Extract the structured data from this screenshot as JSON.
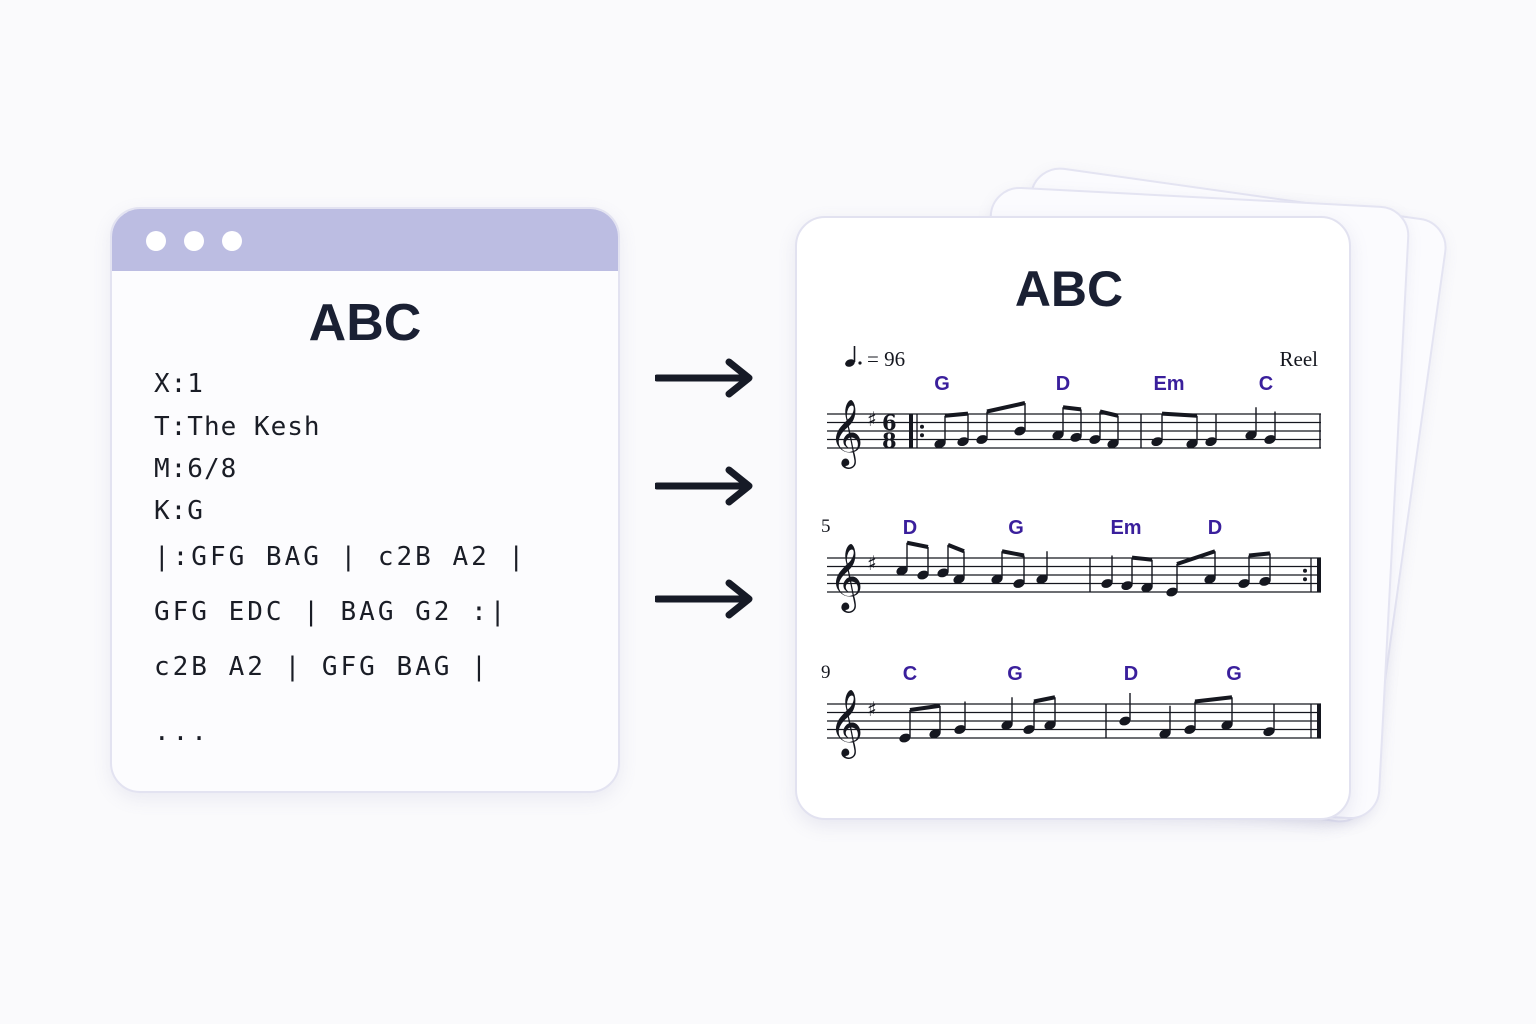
{
  "editor": {
    "title": "ABC",
    "lines": [
      "X:1",
      "T:The Kesh",
      "M:6/8",
      "K:G",
      "|:GFG BAG | c2B A2 |",
      "GFG EDC | BAG G2 :|",
      "c2B A2 | GFG BAG |",
      "..."
    ]
  },
  "colors": {
    "titlebar": "#bcbde2",
    "chord": "#3a1f9c",
    "ink": "#15171f",
    "arrow": "#161a26"
  },
  "sheet": {
    "title": "ABC",
    "tempo_value": "= 96",
    "style": "Reel",
    "time_signature_top": "6",
    "time_signature_bottom": "8",
    "systems": [
      {
        "number": "",
        "chords": [
          "G",
          "D",
          "Em",
          "C"
        ]
      },
      {
        "number": "5",
        "chords": [
          "D",
          "G",
          "Em",
          "D"
        ]
      },
      {
        "number": "9",
        "chords": [
          "C",
          "G",
          "D",
          "G"
        ]
      }
    ]
  }
}
